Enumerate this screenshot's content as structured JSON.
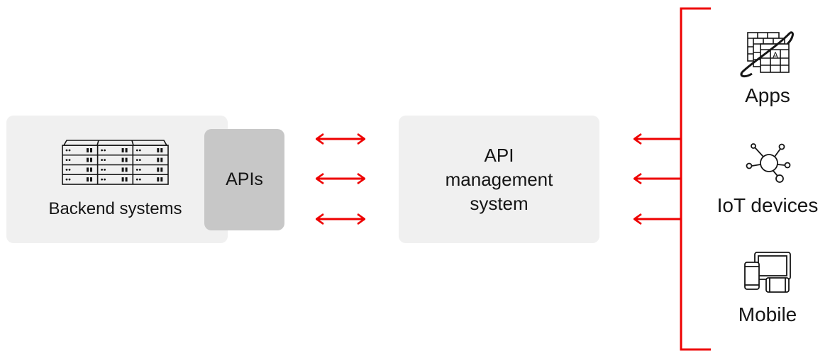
{
  "backend": {
    "label": "Backend systems",
    "icon": "server-rack-icon"
  },
  "apis": {
    "label": "APIs"
  },
  "api_management": {
    "label": "API\nmanagement\nsystem"
  },
  "clients": [
    {
      "label": "Apps",
      "icon": "apps-icon"
    },
    {
      "label": "IoT devices",
      "icon": "iot-network-icon"
    },
    {
      "label": "Mobile",
      "icon": "mobile-devices-icon"
    }
  ],
  "colors": {
    "accent": "#ee0000",
    "box_light": "#f0f0f0",
    "box_dark": "#c7c7c7",
    "text": "#151515"
  }
}
